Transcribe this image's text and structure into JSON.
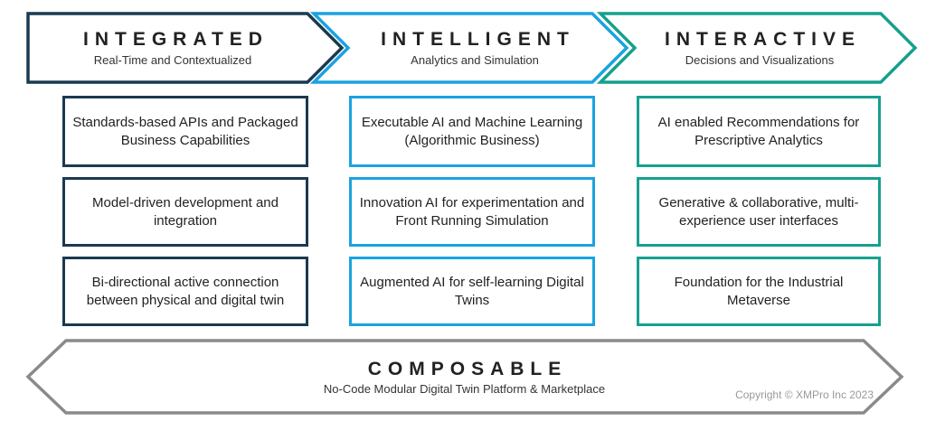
{
  "colors": {
    "integrated": "#1a3a50",
    "intelligent": "#1aa3e0",
    "interactive": "#16a08e",
    "composable": "#8a8a8a"
  },
  "columns": [
    {
      "title": "INTEGRATED",
      "subtitle": "Real-Time and Contextualized",
      "items": [
        "Standards-based APIs and Packaged Business Capabilities",
        "Model-driven development and integration",
        "Bi-directional active connection between physical and digital twin"
      ]
    },
    {
      "title": "INTELLIGENT",
      "subtitle": "Analytics and Simulation",
      "items": [
        "Executable AI and Machine Learning (Algorithmic Business)",
        "Innovation AI for experimentation and Front Running Simulation",
        "Augmented AI for self-learning Digital Twins"
      ]
    },
    {
      "title": "INTERACTIVE",
      "subtitle": "Decisions and Visualizations",
      "items": [
        "AI enabled Recommendations for Prescriptive Analytics",
        "Generative & collaborative, multi-experience user interfaces",
        "Foundation for the Industrial Metaverse"
      ]
    }
  ],
  "foundation": {
    "title": "COMPOSABLE",
    "subtitle": "No-Code Modular Digital Twin Platform & Marketplace"
  },
  "copyright": "Copyright © XMPro Inc 2023"
}
